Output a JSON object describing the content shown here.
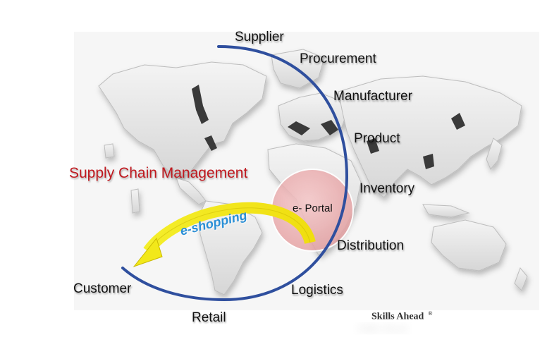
{
  "title": "Supply Chain Management",
  "chain_labels": {
    "supplier": "Supplier",
    "procurement": "Procurement",
    "manufacturer": "Manufacturer",
    "product": "Product",
    "inventory": "Inventory",
    "distribution": "Distribution",
    "logistics": "Logistics",
    "retail": "Retail",
    "customer": "Customer"
  },
  "portal_label": "e- Portal",
  "eshopping_label": "e-shopping",
  "brand": {
    "name": "Skills Ahead",
    "mark": "®"
  },
  "colors": {
    "title": "#c0191f",
    "arc": "#2f4f9e",
    "portal_fill": "#e8a8aa",
    "arrow": "#f2ea1a",
    "eshopping_text": "#2a8fd6",
    "map": "#e9e9e9"
  }
}
